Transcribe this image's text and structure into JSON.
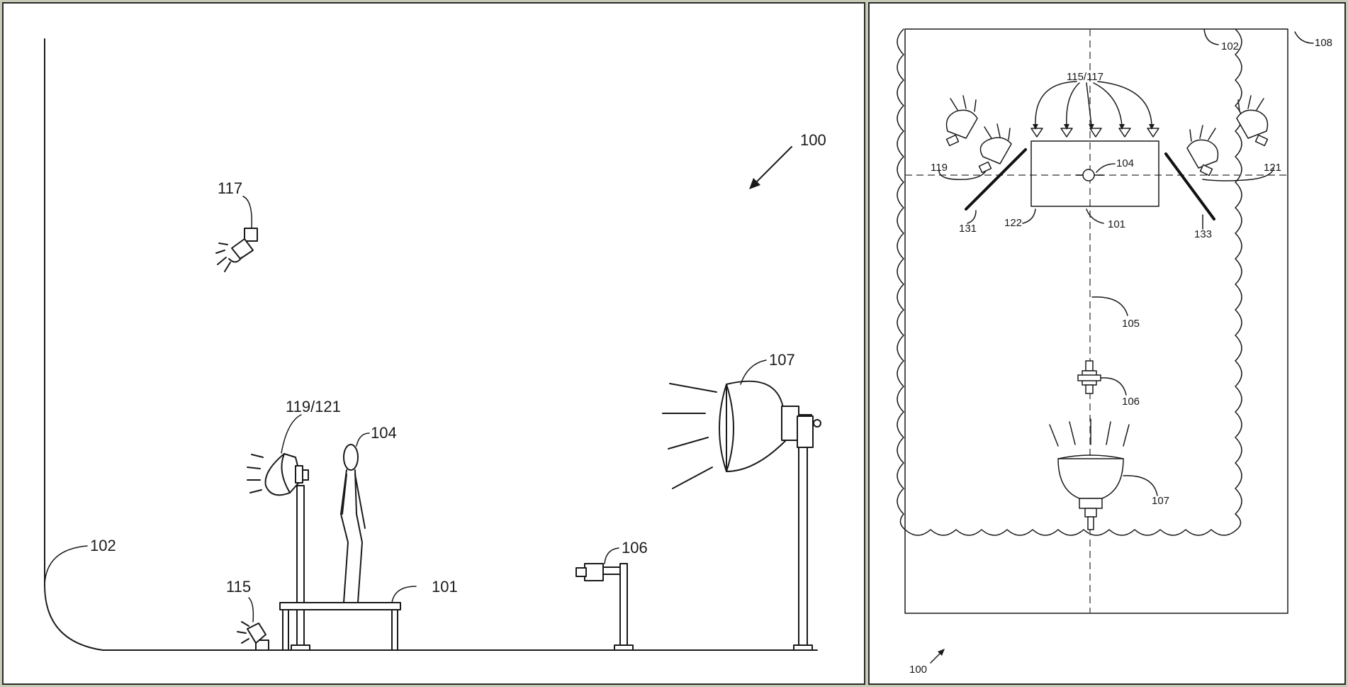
{
  "side_view": {
    "labels": {
      "system": "100",
      "sweep": "102",
      "platform": "101",
      "subject": "104",
      "camera": "106",
      "key_light": "107",
      "floor_light": "115",
      "top_light": "117",
      "side_lights": "119/121"
    }
  },
  "top_view": {
    "labels": {
      "system": "100",
      "sweep": "102",
      "curtain": "108",
      "upper_lights": "115/117",
      "subject": "104",
      "left_light": "119",
      "right_light": "121",
      "zone": "122",
      "platform": "101",
      "left_panel": "131",
      "right_panel": "133",
      "axis": "105",
      "camera": "106",
      "key_light": "107"
    }
  }
}
